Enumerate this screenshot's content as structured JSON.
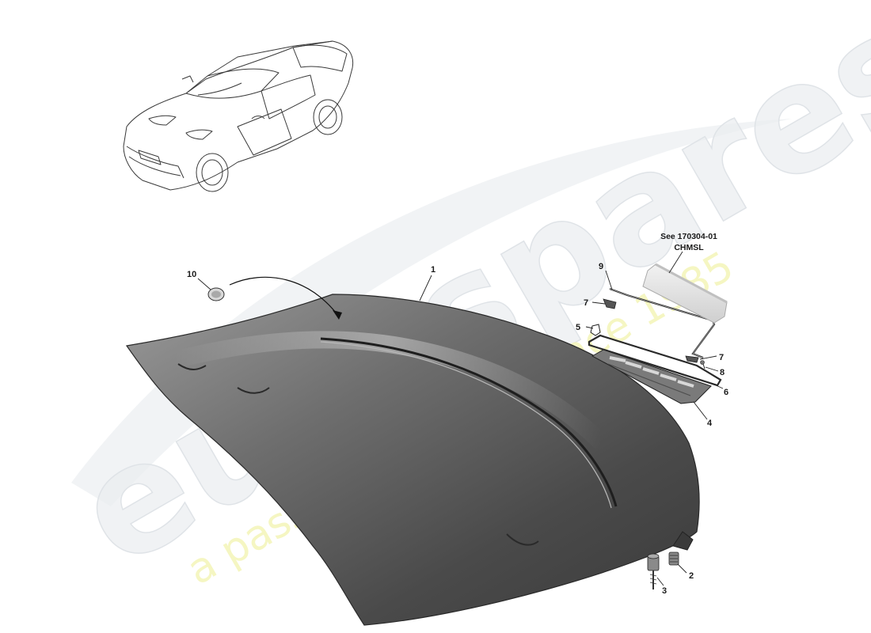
{
  "callouts": {
    "c1": "1",
    "c2": "2",
    "c3": "3",
    "c4": "4",
    "c5": "5",
    "c6": "6",
    "c7a": "7",
    "c7b": "7",
    "c8": "8",
    "c9": "9",
    "c10": "10"
  },
  "reference_note": {
    "line1": "See 170304-01",
    "line2": "CHMSL"
  },
  "watermark": {
    "brand": "eurospares",
    "tagline": "a passion for parts since 1985"
  },
  "colors": {
    "panel_dark": "#3c3c3c",
    "panel_light": "#8a8a8a",
    "watermark_gray": "#e9ecef",
    "watermark_yellow": "#f3f5b7"
  }
}
